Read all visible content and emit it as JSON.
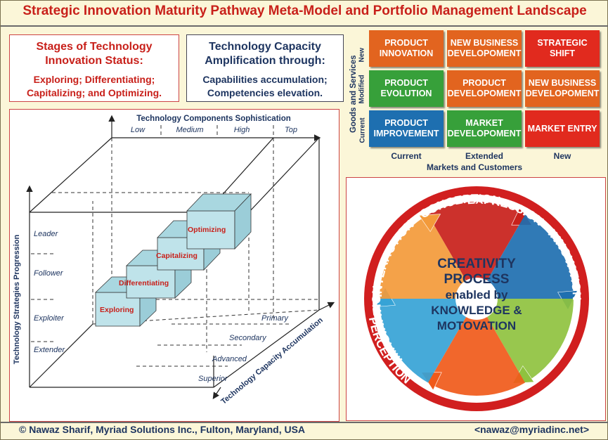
{
  "title": "Strategic Innovation Maturity Pathway Meta-Model and Portfolio Management Landscape",
  "stages_box": {
    "heading": [
      "Stages of Technology",
      "Innovation Status:"
    ],
    "body": [
      "Exploring; Differentiating;",
      "Capitalizing; and Optimizing."
    ]
  },
  "capacity_box": {
    "heading": [
      "Technology Capacity",
      "Amplification through:"
    ],
    "body": [
      "Capabilities accumulation;",
      "Competencies elevation."
    ]
  },
  "cube": {
    "top_axis_title": "Technology Components Sophistication",
    "top_ticks": [
      "Low",
      "Medium",
      "High",
      "Top"
    ],
    "left_axis_title": "Technology Strategies Progression",
    "left_ticks": [
      "Leader",
      "Follower",
      "Exploiter",
      "Extender"
    ],
    "depth_axis_title": "Technology Capacity Accumulation",
    "depth_ticks": [
      "Primary",
      "Secondary",
      "Advanced",
      "Superior"
    ],
    "stages": [
      "Exploring",
      "Differentiating",
      "Capitalizing",
      "Optimizing"
    ]
  },
  "matrix": {
    "y_axis_title": "Goods and Services",
    "row_labels": [
      "New",
      "Modified",
      "Current"
    ],
    "col_labels": [
      "Current",
      "Extended",
      "New"
    ],
    "x_axis_title": "Markets and Customers",
    "cells": [
      [
        {
          "text": "PRODUCT INNOVATION",
          "color": "#e2641f"
        },
        {
          "text": "NEW BUSINESS DEVELOPOMENT",
          "color": "#e2641f"
        },
        {
          "text": "STRATEGIC SHIFT",
          "color": "#e12a1e"
        }
      ],
      [
        {
          "text": "PRODUCT EVOLUTION",
          "color": "#37a03a"
        },
        {
          "text": "PRODUCT DEVELOPOMENT",
          "color": "#e2641f"
        },
        {
          "text": "NEW BUSINESS DEVELOPOMENT",
          "color": "#e2641f"
        }
      ],
      [
        {
          "text": "PRODUCT IMPROVEMENT",
          "color": "#1e6fb0"
        },
        {
          "text": "MARKET DEVELOPOMENT",
          "color": "#37a03a"
        },
        {
          "text": "MARKET ENTRY",
          "color": "#e12a1e"
        }
      ]
    ]
  },
  "creativity": {
    "center_lines": [
      "CREATIVITY",
      "PROCESS",
      "enabled by",
      "KNOWLEDGE &",
      "MOTOVATION"
    ],
    "ring_top": "INTERACTION - CONCEPTION",
    "ring_right": "EXPRESSION - INNOVATION",
    "ring_bottom": "PERCEPTION",
    "ring_left": "IMAGINATION -",
    "segment_colors": [
      "#c8201a",
      "#1e6fb0",
      "#8fc23f",
      "#f05a1a",
      "#36a3d6",
      "#f39a3a"
    ]
  },
  "footer": {
    "left": "© Nawaz Sharif, Myriad Solutions Inc., Fulton, Maryland, USA",
    "right": "<nawaz@myriadinc.net>"
  }
}
